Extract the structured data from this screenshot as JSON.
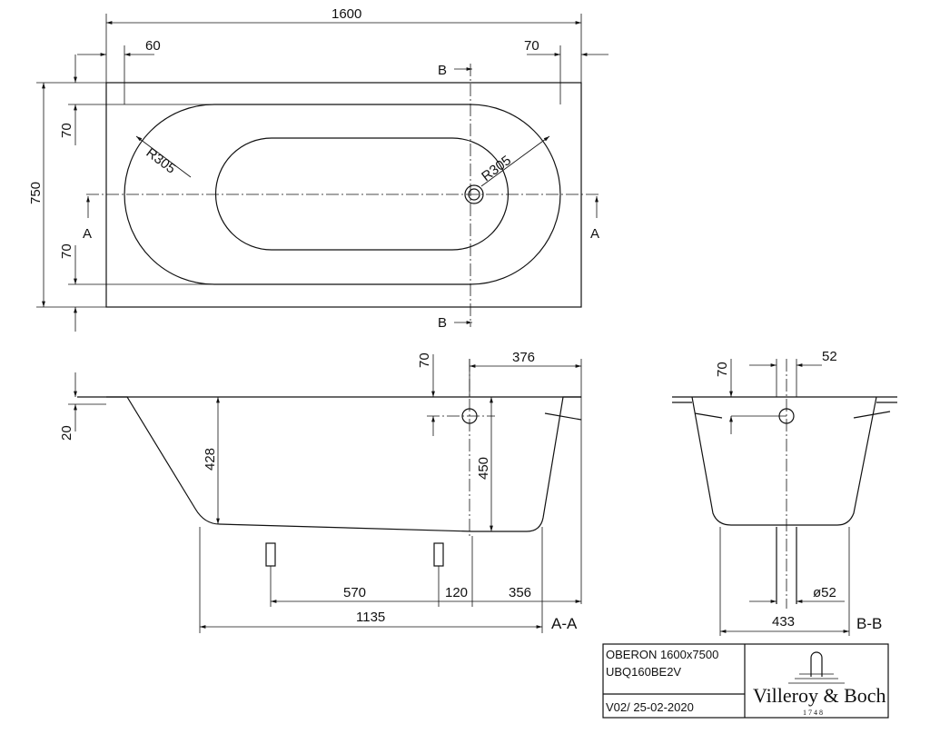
{
  "top_view": {
    "dims": {
      "length": "1600",
      "left_offset": "60",
      "right_offset": "70",
      "width": "750",
      "top_offset": "70",
      "bottom_offset": "70",
      "radius_left": "R305",
      "radius_right": "R305"
    },
    "section_a": "A",
    "section_b": "B"
  },
  "section_aa": {
    "label": "A-A",
    "dims": {
      "overflow_right": "376",
      "overflow_depth": "70",
      "rim": "20",
      "depth_left": "428",
      "depth_right": "450",
      "foot_spacing": "570",
      "foot_drain": "120",
      "drain_end": "356",
      "bottom_length": "1135"
    }
  },
  "section_bb": {
    "label": "B-B",
    "dims": {
      "overflow_offset": "52",
      "overflow_depth": "70",
      "drain_dia": "ø52",
      "bottom_width": "433"
    }
  },
  "title_block": {
    "model": "OBERON 1600x7500",
    "code": "UBQ160BE2V",
    "version": "V02/ 25-02-2020",
    "brand": "Villeroy & Boch",
    "brand_year": "1748"
  }
}
